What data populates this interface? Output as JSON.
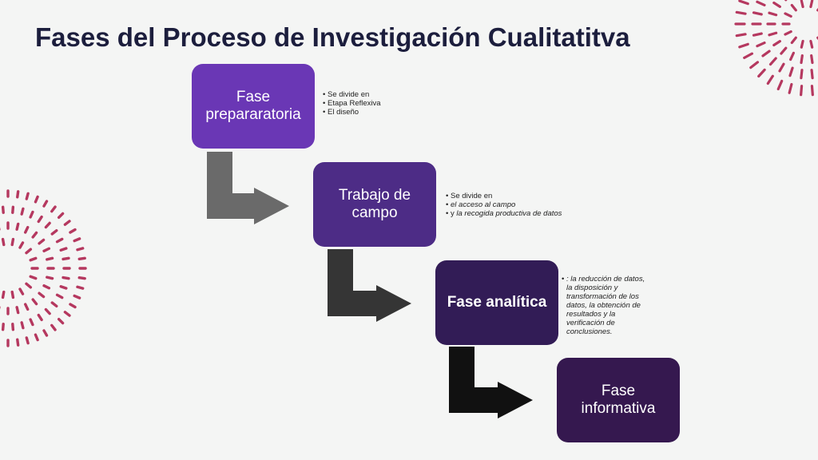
{
  "title": "Fases del Proceso de Investigación Cualitatitva",
  "colors": {
    "phase1": "#6a37b5",
    "phase2": "#4d2c86",
    "phase3": "#321c56",
    "phase4": "#35184f",
    "arrow1": "#6a6a6a",
    "arrow2": "#353535",
    "arrow3": "#111111",
    "decoration": "#b5385f"
  },
  "phases": [
    {
      "label": "Fase prepararatoria",
      "notes": [
        "Se divide en",
        "Etapa Reflexiva",
        "El diseño"
      ]
    },
    {
      "label": "Trabajo de campo",
      "notes_intro": "Se divide en",
      "notes_items": [
        {
          "prefix": "",
          "text": "el acceso al campo"
        },
        {
          "prefix": "y ",
          "text": "la recogida productiva de datos"
        }
      ]
    },
    {
      "label": "Fase analítica",
      "notes": [
        ": la reducción de datos, la disposición y transformación de los datos, la obtención de resultados y la verificación de conclusiones."
      ]
    },
    {
      "label": "Fase informativa"
    }
  ]
}
